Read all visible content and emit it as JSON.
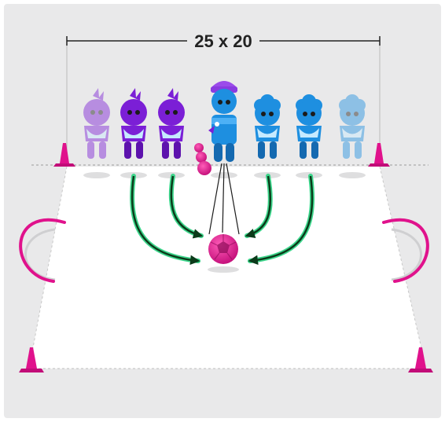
{
  "dimension_label": "25 x 20",
  "colors": {
    "background": "#e9e9ea",
    "field": "#ffffff",
    "cone": "#e0128c",
    "ball": "#e0128c",
    "team_purple": "#7b1fd6",
    "team_blue": "#1e8fe0",
    "arrow": "#0b3b1a",
    "arrow_glow": "#3dd68c",
    "shadow": "#d2d2d4"
  },
  "players": [
    {
      "team": "purple",
      "shade": "faded",
      "icon": "player-icon"
    },
    {
      "team": "purple",
      "shade": "full",
      "icon": "player-icon"
    },
    {
      "team": "purple",
      "shade": "full",
      "icon": "player-icon"
    },
    {
      "team": "coach",
      "shade": "full",
      "icon": "coach-icon"
    },
    {
      "team": "blue",
      "shade": "full",
      "icon": "player-icon"
    },
    {
      "team": "blue",
      "shade": "full",
      "icon": "player-icon"
    },
    {
      "team": "blue",
      "shade": "faded",
      "icon": "player-icon"
    }
  ],
  "icons": [
    "cone-icon",
    "ball-icon",
    "goal-arc-icon",
    "arrow-icon"
  ]
}
